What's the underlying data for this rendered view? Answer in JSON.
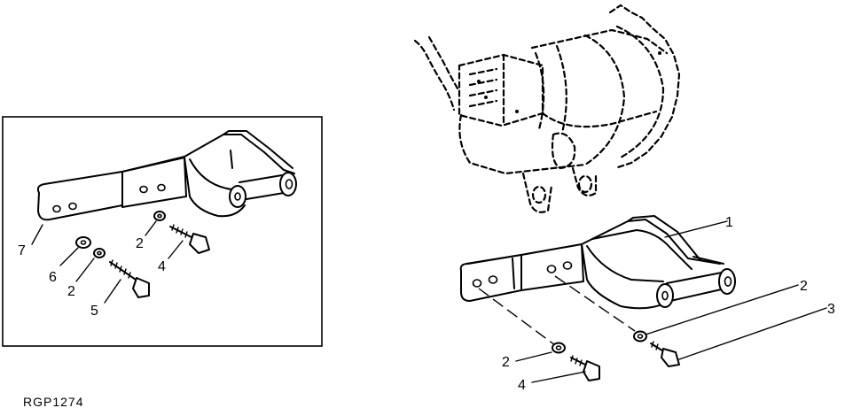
{
  "callouts": {
    "inset_7": "7",
    "inset_6": "6",
    "inset_2a": "2",
    "inset_2b": "2",
    "inset_4": "4",
    "inset_5": "5",
    "main_1": "1",
    "main_2_right": "2",
    "main_3": "3",
    "main_2_left": "2",
    "main_4": "4"
  },
  "figure_code": "RGP1274"
}
